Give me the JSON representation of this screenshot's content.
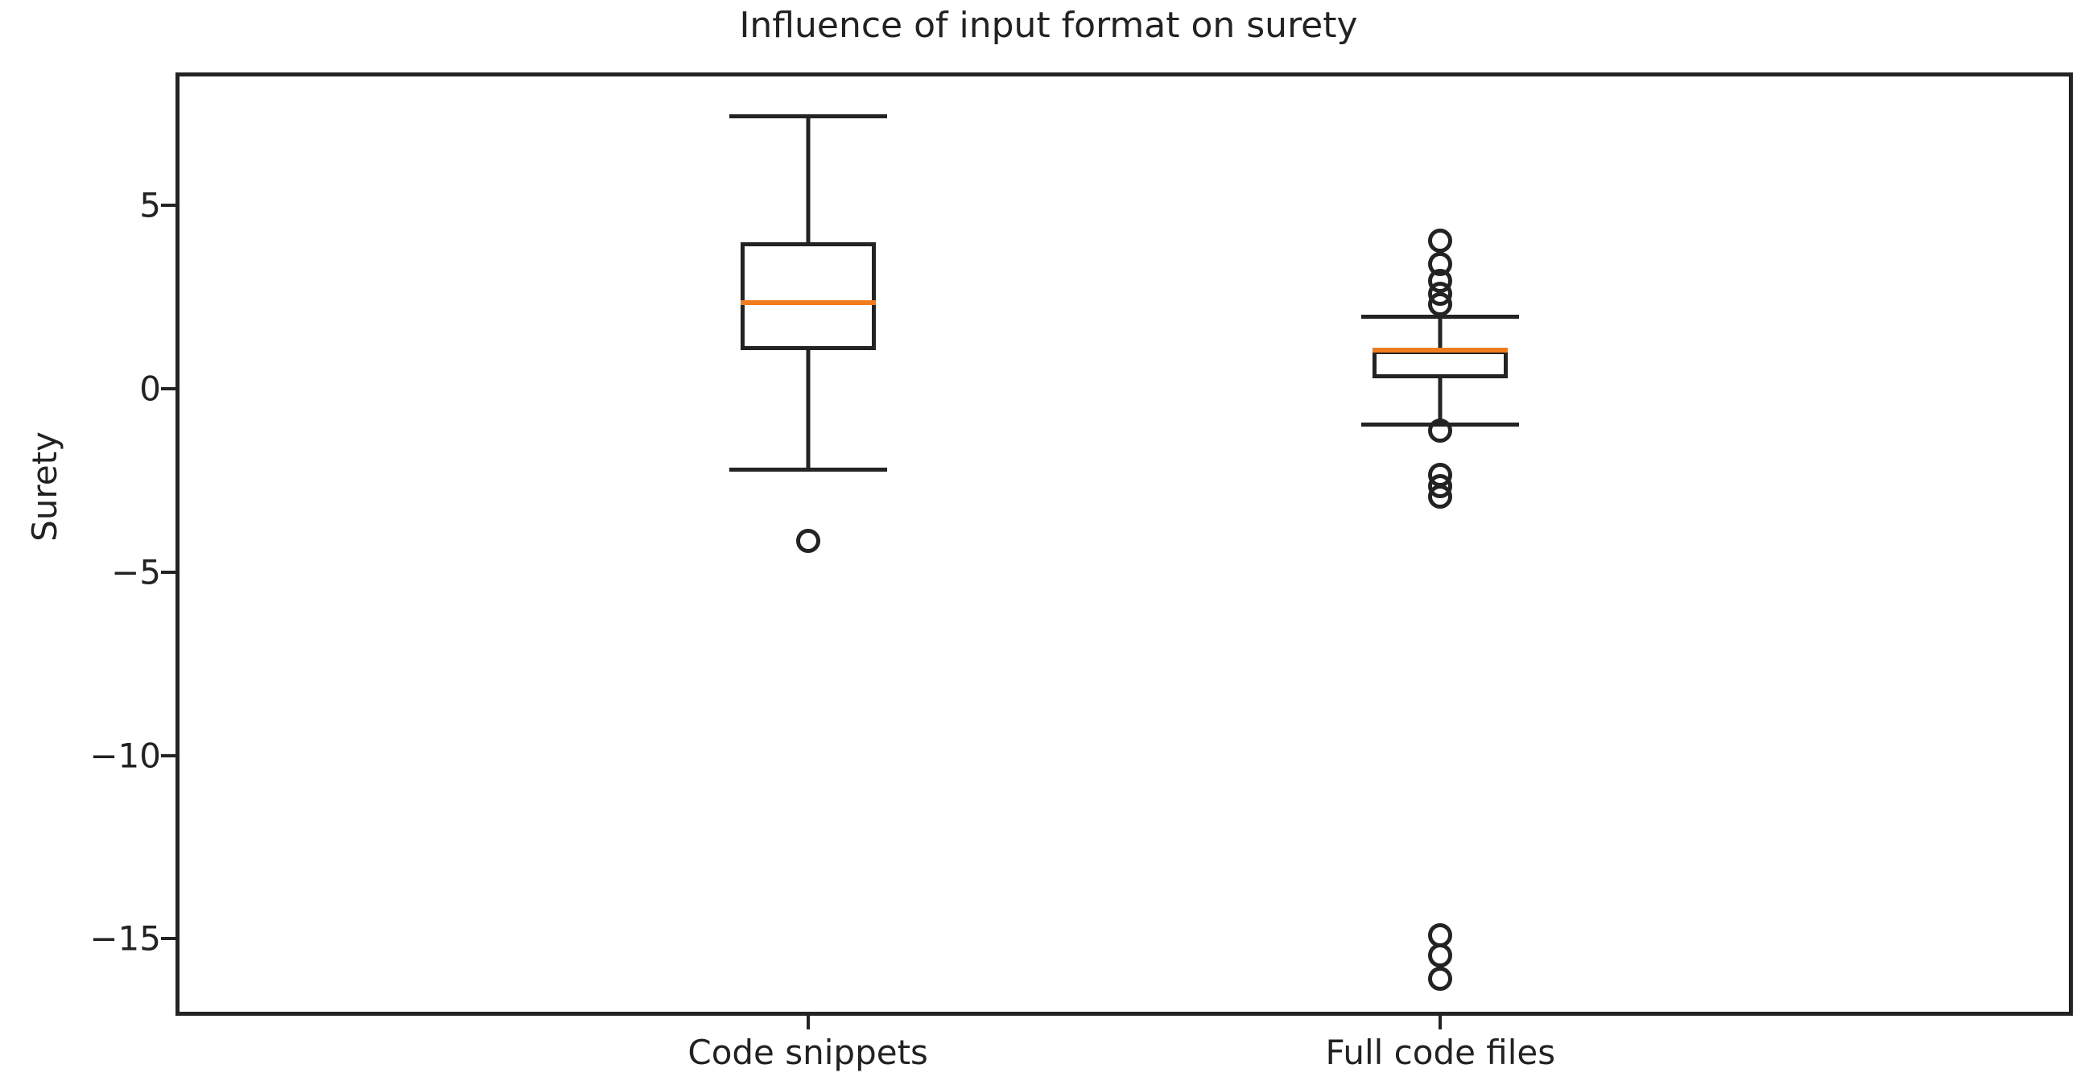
{
  "chart_data": {
    "type": "box",
    "title": "Influence of input format on surety",
    "xlabel": "",
    "ylabel": "Surety",
    "categories": [
      "Code snippets",
      "Full code files"
    ],
    "ytick_labels": [
      "5",
      "0",
      "−5",
      "−10",
      "−15"
    ],
    "ytick_values": [
      5,
      0,
      -5,
      -10,
      -15
    ],
    "ylim": [
      -17.1,
      8.6
    ],
    "grid": false,
    "legend": null,
    "colors": {
      "median": "#f07c1e",
      "box": "#232323",
      "whisker": "#232323",
      "cap": "#232323",
      "flier": "#232323",
      "background": "#ffffff"
    },
    "boxes": [
      {
        "label": "Code snippets",
        "position": 1,
        "q1": 1.05,
        "median": 2.35,
        "q3": 4.0,
        "whisker_low": -2.15,
        "whisker_high": 7.48,
        "fliers": [
          -4.15
        ]
      },
      {
        "label": "Full code files",
        "position": 2,
        "q1": 0.28,
        "median": 1.05,
        "q3": 1.05,
        "whisker_low": -0.92,
        "whisker_high": 2.03,
        "fliers": [
          4.05,
          3.4,
          2.95,
          2.6,
          2.3,
          -1.15,
          -2.35,
          -2.65,
          -2.95,
          -14.9,
          -15.45,
          -16.1
        ]
      }
    ]
  }
}
